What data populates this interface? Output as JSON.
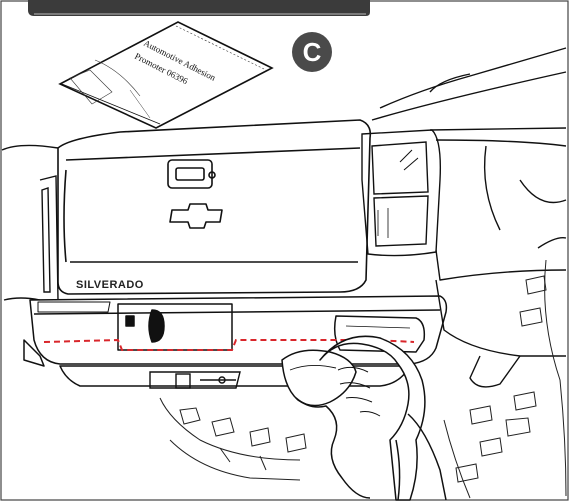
{
  "step": {
    "letter": "C"
  },
  "packet": {
    "line1": "Automotive Adhesion",
    "line2": "Promoter 06396"
  },
  "truck": {
    "tailgate_badge": "SILVERADO"
  },
  "colors": {
    "dashed_line": "#d9262b",
    "step_circle": "#4a4a4a",
    "header_tab": "#3b3b3b",
    "frame": "#444444"
  }
}
